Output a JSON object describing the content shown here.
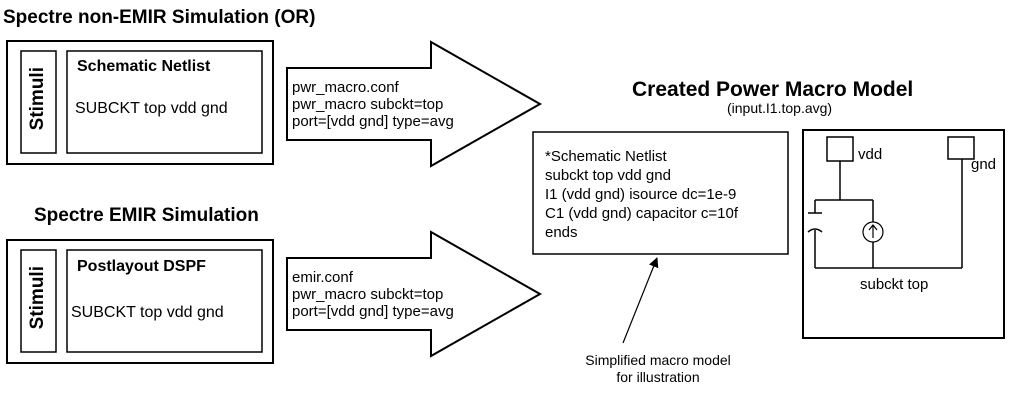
{
  "top_section": {
    "title": "Spectre non-EMIR Simulation (OR)",
    "stimuli_label": "Stimuli",
    "netlist_title": "Schematic Netlist",
    "netlist_text": "SUBCKT top vdd gnd",
    "arrow_lines": [
      "pwr_macro.conf",
      "pwr_macro subckt=top",
      "port=[vdd gnd] type=avg"
    ]
  },
  "bottom_section": {
    "title": "Spectre EMIR Simulation",
    "stimuli_label": "Stimuli",
    "netlist_title": "Postlayout DSPF",
    "netlist_text": "SUBCKT top vdd gnd",
    "arrow_lines": [
      "emir.conf",
      "pwr_macro subckt=top",
      "port=[vdd gnd] type=avg"
    ]
  },
  "model": {
    "title": "Created Power Macro Model",
    "subtitle": "(input.I1.top.avg)",
    "netlist_lines": [
      "*Schematic Netlist",
      "subckt top vdd gnd",
      "I1 (vdd gnd) isource dc=1e-9",
      "C1 (vdd gnd) capacitor c=10f",
      "ends"
    ],
    "annotation_lines": [
      "Simplified macro model",
      "for illustration"
    ],
    "schematic": {
      "vdd_label": "vdd",
      "gnd_label": "gnd",
      "caption": "subckt top"
    }
  }
}
